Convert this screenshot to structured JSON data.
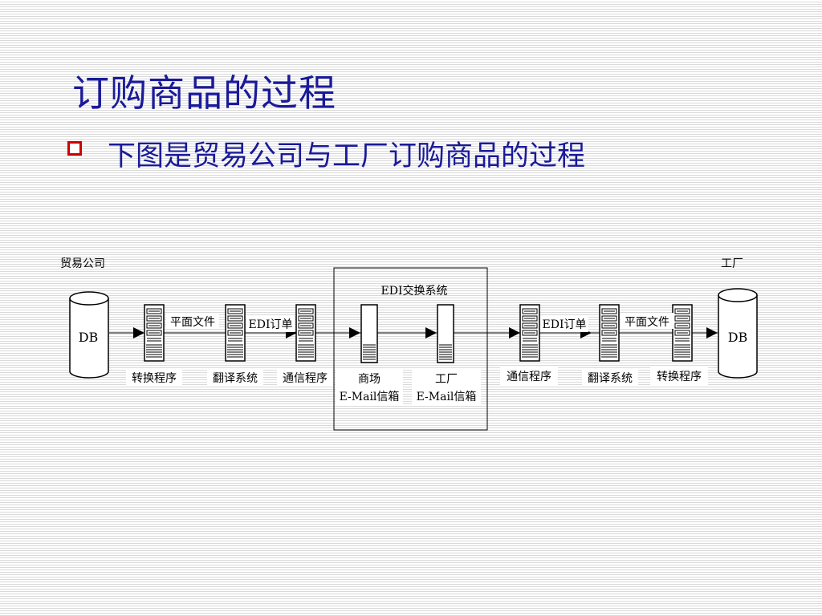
{
  "slide": {
    "title": "订购商品的过程",
    "bullet": "下图是贸易公司与工厂订购商品的过程"
  },
  "diagram": {
    "left_party": "贸易公司",
    "right_party": "工厂",
    "edi_box_title": "EDI交换系统",
    "db_label": "DB",
    "left_nodes": [
      "转换程序",
      "翻译系统",
      "通信程序"
    ],
    "right_nodes": [
      "通信程序",
      "翻译系统",
      "转换程序"
    ],
    "mailbox_left": [
      "商场",
      "E-Mail信箱"
    ],
    "mailbox_right": [
      "工厂",
      "E-Mail信箱"
    ],
    "flow_labels": {
      "left_flat_file": "平面文件",
      "left_edi_order": "EDI订单",
      "right_edi_order": "EDI订单",
      "right_flat_file": "平面文件"
    },
    "colors": {
      "title": "#1a1a99",
      "bullet_box": "#cc0000",
      "line": "#000000"
    }
  }
}
